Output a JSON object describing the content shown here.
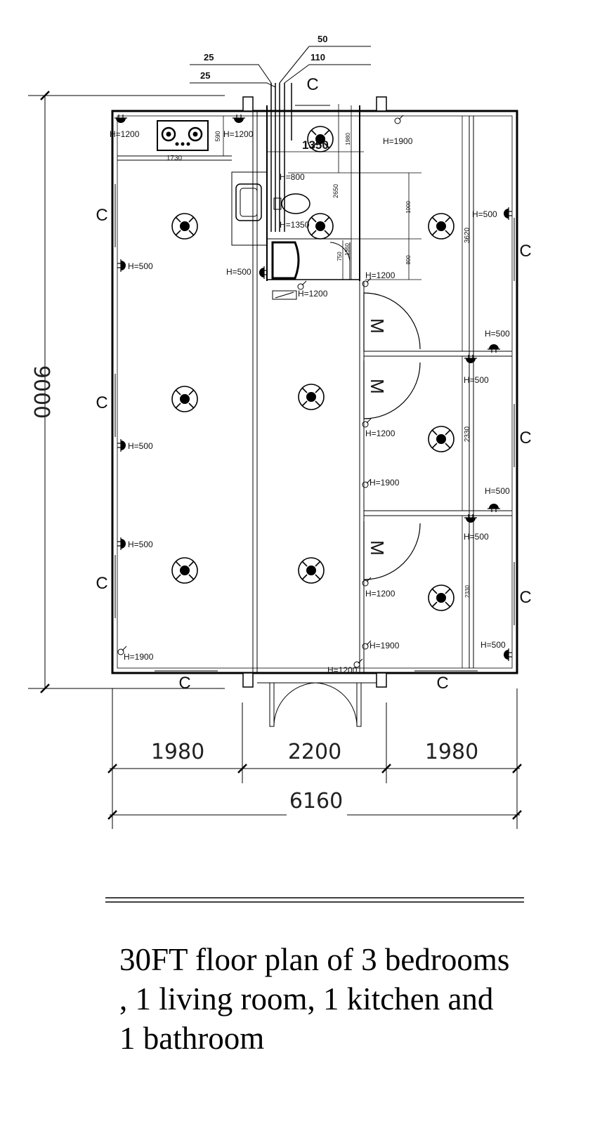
{
  "dimensions": {
    "overall_height": "9000",
    "overall_width": "6160",
    "left_bay": "1980",
    "center_bay": "2200",
    "right_bay": "1980",
    "pipe_a": "25",
    "pipe_b": "25",
    "pipe_c": "50",
    "pipe_d": "110",
    "counter_length": "1730",
    "counter_depth": "590",
    "bath_depth_a": "1980",
    "bath_depth_total": "2650",
    "bath_depth_b": "1360",
    "bath_door": "750",
    "bath_width_top": "1350",
    "wc_hall_a": "1000",
    "wc_hall_b": "800",
    "bedroom1_depth": "3620",
    "bedroom2_depth": "2330",
    "bedroom3_depth": "2330"
  },
  "window_marks": [
    "C",
    "C",
    "C",
    "C",
    "C",
    "C",
    "C",
    "C",
    "C"
  ],
  "door_marks": [
    "M",
    "M",
    "M"
  ],
  "heights": {
    "h1200": "H=1200",
    "h1900": "H=1900",
    "h500": "H=500",
    "h800": "H=800",
    "h1350": "H=1350",
    "h1350_big": "1350"
  },
  "caption": {
    "line1": "30FT floor plan of 3 bedrooms",
    "line2": ", 1 living room, 1 kitchen and",
    "line3": "1 bathroom"
  }
}
